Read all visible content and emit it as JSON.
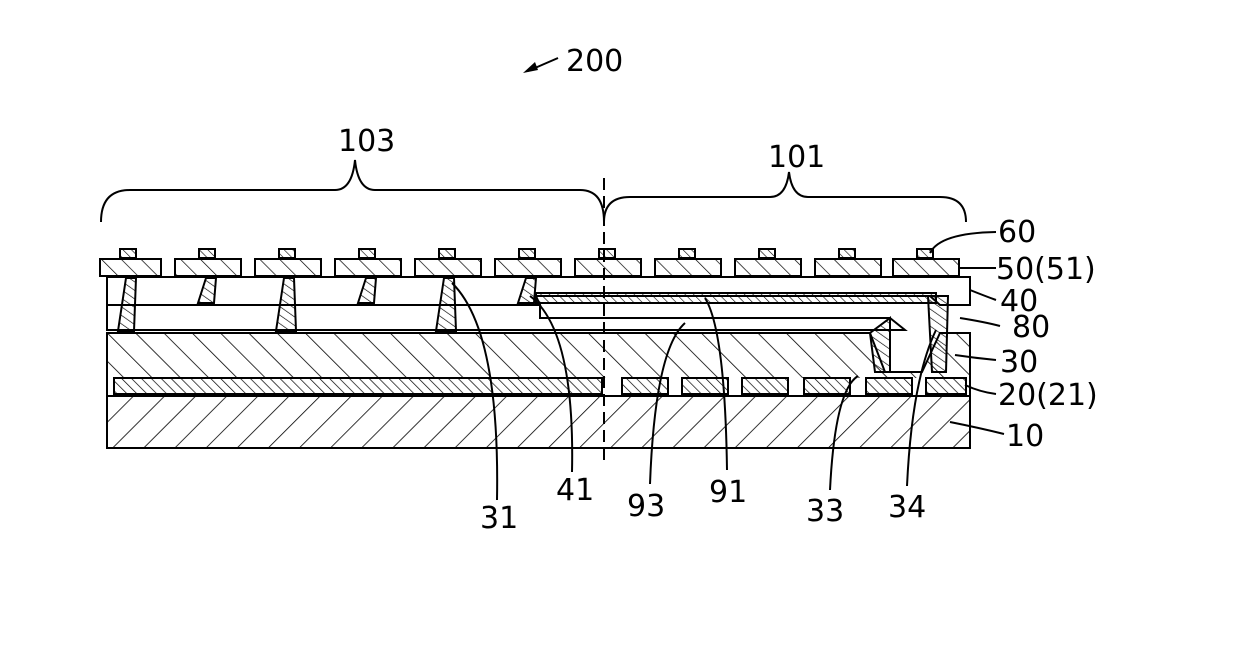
{
  "figure": {
    "ref_main": "200",
    "region_left": "103",
    "region_right": "101",
    "labels_right": {
      "l60": "60",
      "l50": "50(51)",
      "l40": "40",
      "l80": "80",
      "l30": "30",
      "l20": "20(21)",
      "l10": "10"
    },
    "labels_bottom": {
      "l31": "31",
      "l41": "41",
      "l93": "93",
      "l91": "91",
      "l33": "33",
      "l34": "34"
    }
  }
}
